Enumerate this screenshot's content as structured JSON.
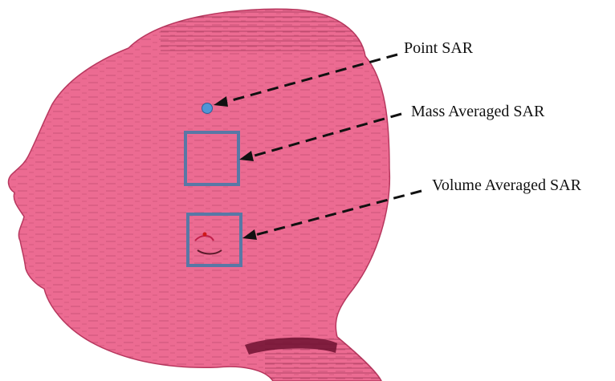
{
  "annotations": {
    "point_sar": "Point SAR",
    "mass_averaged_sar": "Mass Averaged SAR",
    "volume_averaged_sar": "Volume Averaged SAR"
  },
  "colors": {
    "head": "#ec6b92",
    "head_edge": "#b8385f",
    "voxel_lines": "#9c2f52",
    "marker_fill": "#4f95d6",
    "box_stroke": "#5878a6",
    "arrow": "#111111"
  }
}
